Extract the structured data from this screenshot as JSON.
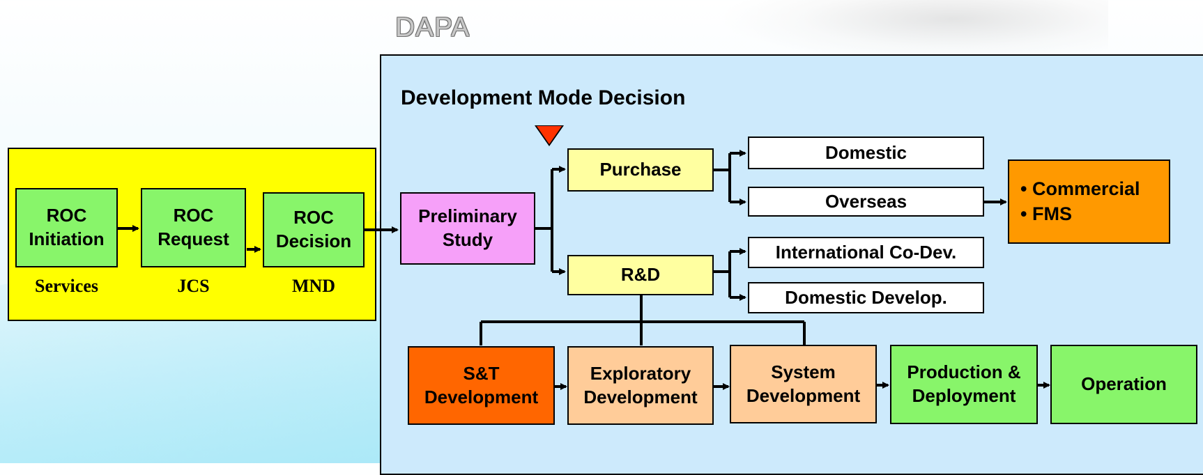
{
  "header": {
    "agency": "DAPA"
  },
  "heading": "Development Mode Decision",
  "roc": {
    "boxes": [
      {
        "label1": "ROC",
        "label2": "Initiation"
      },
      {
        "label1": "ROC",
        "label2": "Request"
      },
      {
        "label1": "ROC",
        "label2": "Decision"
      }
    ],
    "captions": [
      "Services",
      "JCS",
      "MND"
    ]
  },
  "flow": {
    "preliminary": {
      "line1": "Preliminary",
      "line2": "Study"
    },
    "purchase": "Purchase",
    "rnd": "R&D",
    "domestic": "Domestic",
    "overseas": "Overseas",
    "international": "International Co-Dev.",
    "domestic_develop": "Domestic Develop.",
    "procurement": [
      "• Commercial",
      "• FMS"
    ]
  },
  "phases": [
    {
      "line1": "S&T",
      "line2": "Development"
    },
    {
      "line1": "Exploratory",
      "line2": "Development"
    },
    {
      "line1": "System",
      "line2": "Development"
    },
    {
      "line1": "Production &",
      "line2": "Deployment"
    },
    {
      "line1": "Operation"
    }
  ],
  "colors": {
    "roc_panel": "#ffff00",
    "dapa_panel": "#cdeafc",
    "green": "#88f56a",
    "pink": "#f6a0f9",
    "pale_yellow": "#ffffa0",
    "orange": "#ff9900",
    "red_orange": "#ff6600",
    "peach": "#ffcc99",
    "marker": "#ff3300"
  }
}
